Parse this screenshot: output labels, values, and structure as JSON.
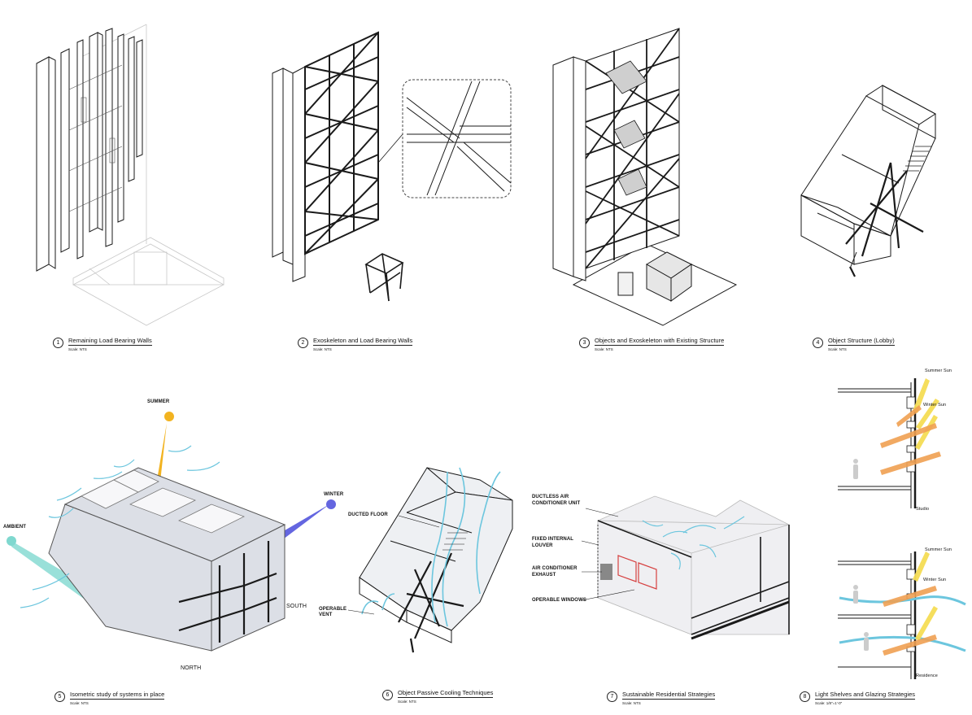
{
  "captions": [
    {
      "num": "1",
      "title": "Remaining Load Bearing Walls",
      "scale": "Scale: NTS"
    },
    {
      "num": "2",
      "title": "Exoskeleton and Load Bearing Walls",
      "scale": "Scale: NTS"
    },
    {
      "num": "3",
      "title": "Objects and Exoskeleton with Existing Structure",
      "scale": "Scale: NTS"
    },
    {
      "num": "4",
      "title": "Object Structure (Lobby)",
      "scale": "Scale: NTS"
    },
    {
      "num": "5",
      "title": "Isometric study of systems in place",
      "scale": "Scale: NTS"
    },
    {
      "num": "6",
      "title": "Object Passive Cooling Techniques",
      "scale": "Scale: NTS"
    },
    {
      "num": "7",
      "title": "Sustainable Residential Strategies",
      "scale": "Scale: NTS"
    },
    {
      "num": "8",
      "title": "Light Shelves and Glazing Strategies",
      "scale": "Scale: 1/8\"=1'-0\""
    }
  ],
  "labels": {
    "summer": "SUMMER",
    "winter": "WINTER",
    "ambient": "AMBIENT",
    "south": "SOUTH",
    "north": "NORTH",
    "ducted_floor": "DUCTED FLOOR",
    "operable_vent": "OPERABLE\nVENT",
    "ductless_ac": "DUCTLESS AIR\nCONDITIONER UNIT",
    "fixed_louver": "FIXED INTERNAL\nLOUVER",
    "ac_exhaust": "AIR CONDITIONER\nEXHAUST",
    "operable_windows": "OPERABLE WINDOWS",
    "summer_sun_1": "Summer Sun",
    "winter_sun_1": "Winter Sun",
    "studio": "Studio",
    "summer_sun_2": "Summer Sun",
    "winter_sun_2": "Winter Sun",
    "residence": "Residence"
  },
  "colors": {
    "summer": "#f2b320",
    "winter": "#6466e0",
    "ambient": "#7fd8cf",
    "air": "#6cc6de",
    "warm": "#f0a052",
    "line": "#1a1a1a",
    "grey": "#b8b8b8"
  }
}
